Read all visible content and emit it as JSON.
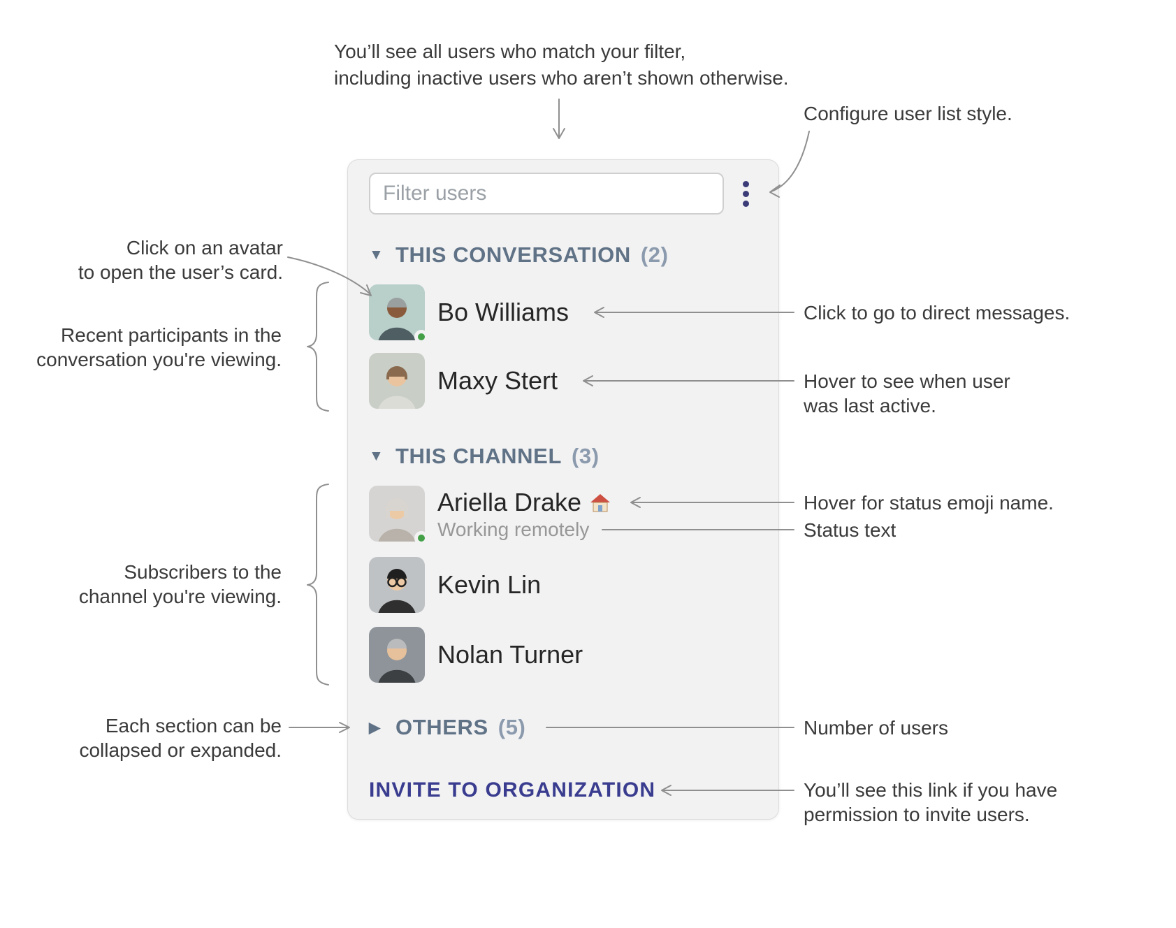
{
  "panel": {
    "filter_placeholder": "Filter users",
    "menu_icon": "vertical-ellipsis-icon",
    "invite_link": "INVITE TO ORGANIZATION",
    "colors": {
      "accent": "#3a3d8f",
      "section_header": "#607286",
      "presence_online": "#43a047"
    },
    "sections": [
      {
        "caret": "▼",
        "label": "THIS CONVERSATION",
        "count": "(2)",
        "collapsed": false,
        "users": [
          {
            "name": "Bo Williams",
            "online": true
          },
          {
            "name": "Maxy Stert",
            "online": false
          }
        ]
      },
      {
        "caret": "▼",
        "label": "THIS CHANNEL",
        "count": "(3)",
        "collapsed": false,
        "users": [
          {
            "name": "Ariella Drake",
            "online": true,
            "status_emoji": "house",
            "status_text": "Working remotely"
          },
          {
            "name": "Kevin Lin",
            "online": false
          },
          {
            "name": "Nolan Turner",
            "online": false
          }
        ]
      },
      {
        "caret": "▶",
        "label": "OTHERS",
        "count": "(5)",
        "collapsed": true,
        "users": []
      }
    ]
  },
  "annotations": {
    "filter_note": [
      "You’ll see all users who match your filter,",
      "including inactive users who aren’t shown otherwise."
    ],
    "configure_note": "Configure user list style.",
    "avatar_note": [
      "Click on an avatar",
      "to open the user’s card."
    ],
    "recent_note": [
      "Recent participants in the",
      "conversation you're viewing."
    ],
    "dm_note": "Click to go to direct messages.",
    "last_active_note": [
      "Hover to see when user",
      "was last active."
    ],
    "status_emoji_note": "Hover for status emoji name.",
    "status_text_note": "Status text",
    "subscribers_note": [
      "Subscribers to the",
      "channel you're viewing."
    ],
    "collapse_note": [
      "Each section can be",
      "collapsed or expanded."
    ],
    "count_note": "Number of users",
    "invite_note": [
      "You’ll see this link if you have",
      "permission to invite users."
    ]
  }
}
